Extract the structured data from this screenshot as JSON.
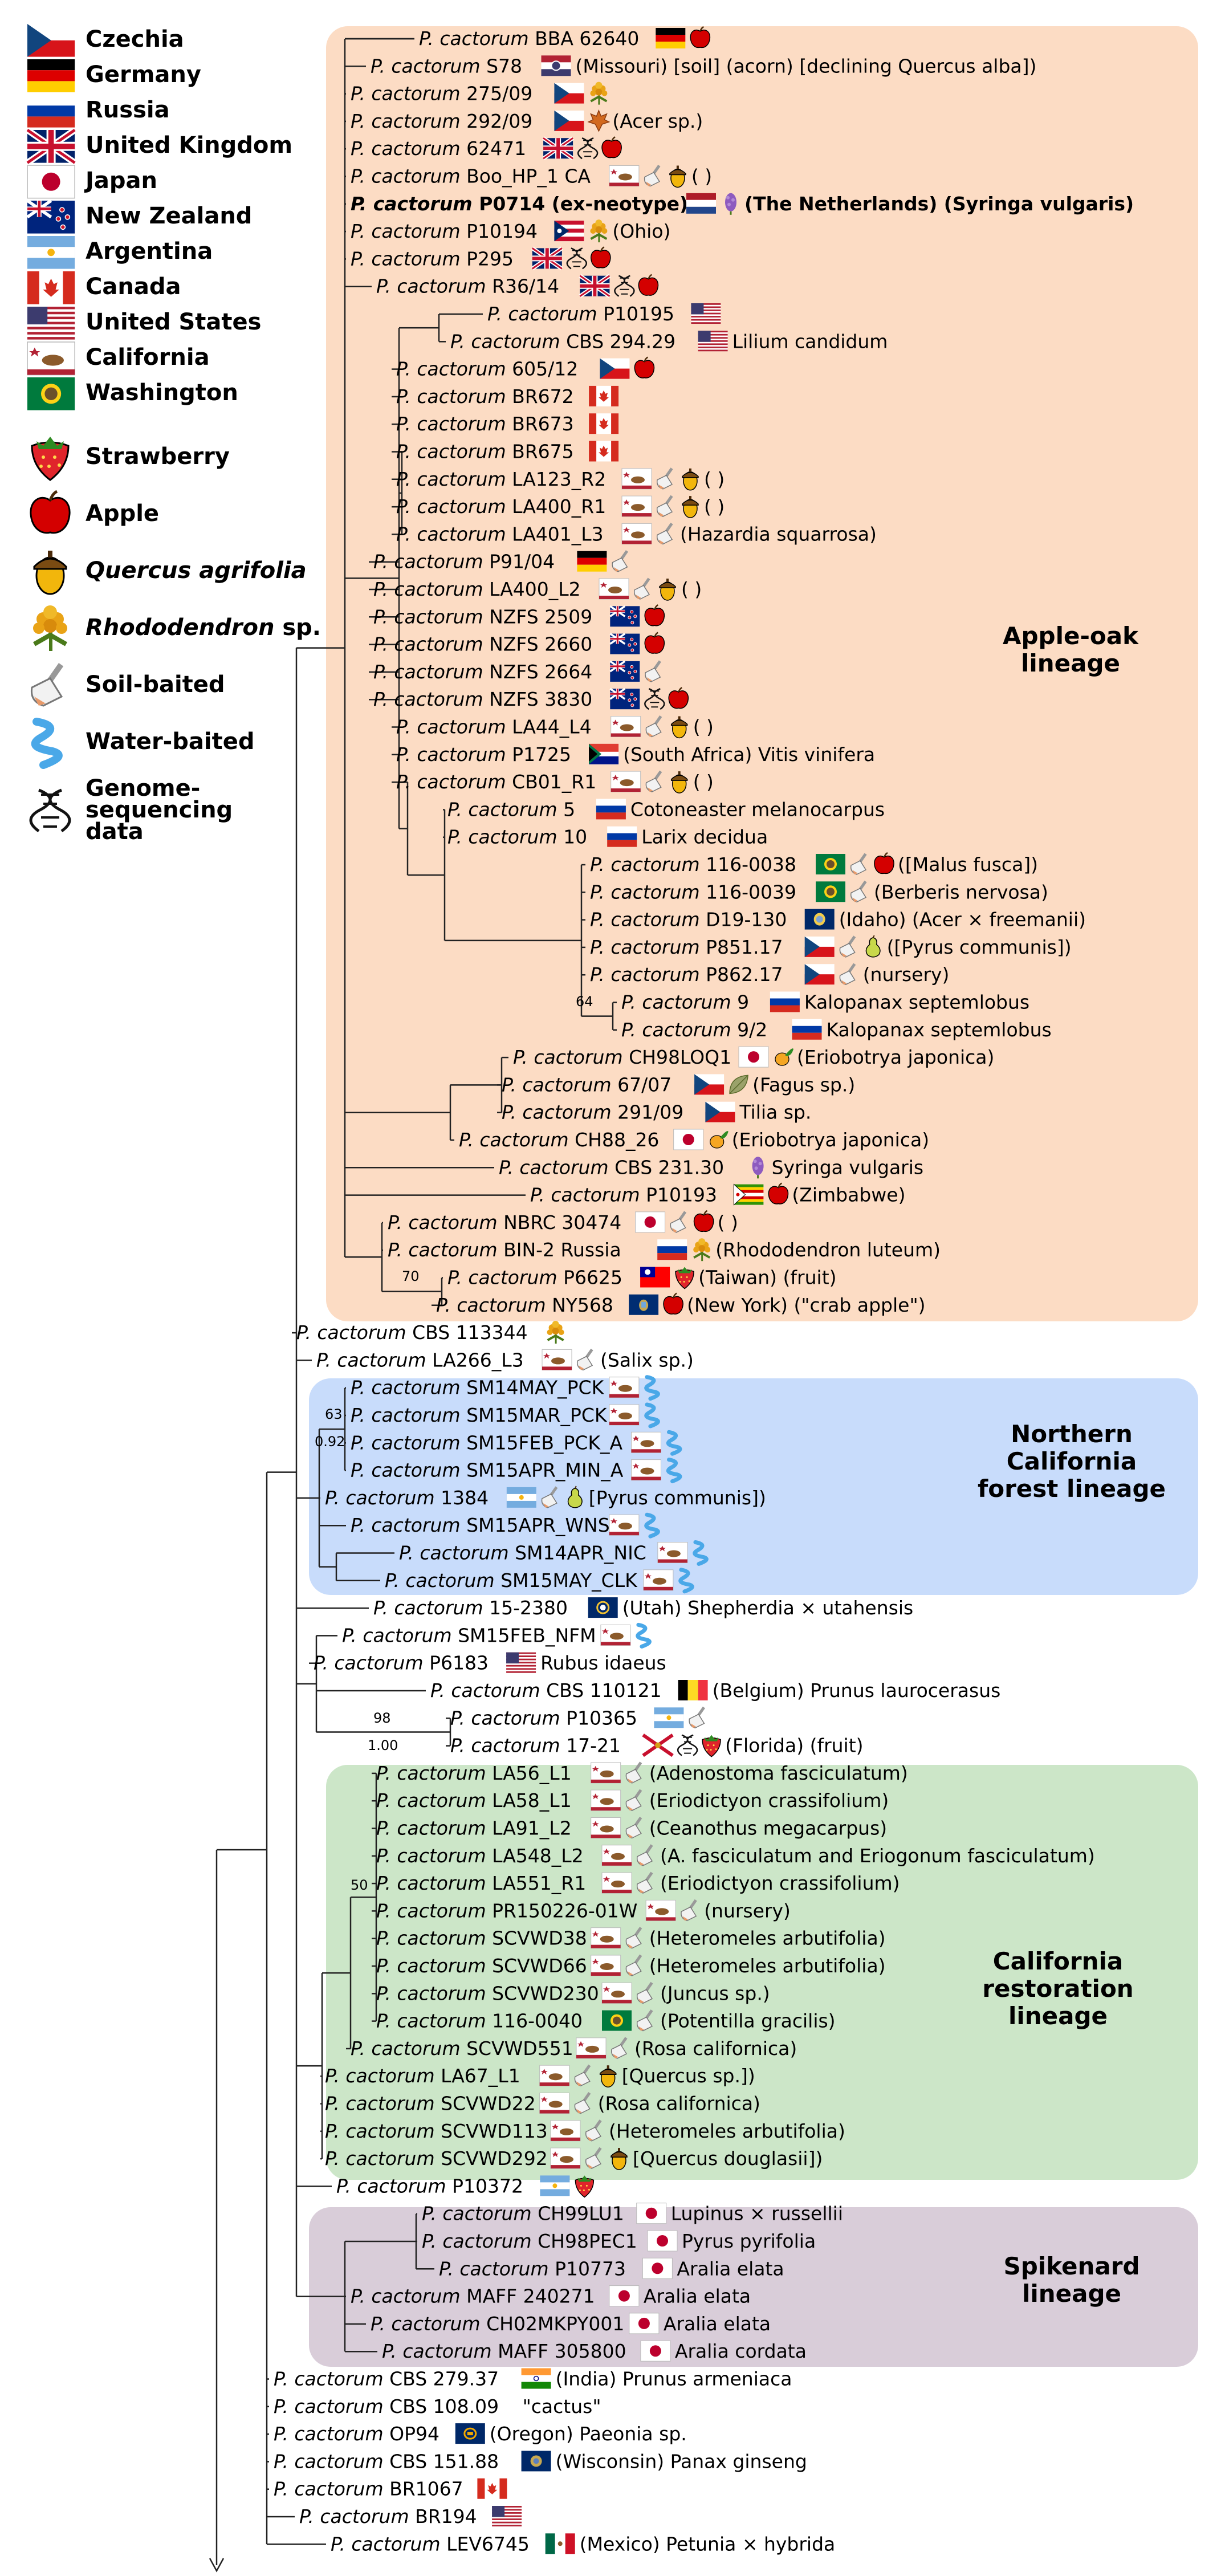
{
  "legend": {
    "flags": [
      {
        "code": "CZ",
        "label": "Czechia"
      },
      {
        "code": "DE",
        "label": "Germany"
      },
      {
        "code": "RU",
        "label": "Russia"
      },
      {
        "code": "GB",
        "label": "United Kingdom"
      },
      {
        "code": "JP",
        "label": "Japan"
      },
      {
        "code": "NZ",
        "label": "New Zealand"
      },
      {
        "code": "AR",
        "label": "Argentina"
      },
      {
        "code": "CA",
        "label": "Canada"
      },
      {
        "code": "US",
        "label": "United States"
      },
      {
        "code": "CAL",
        "label": "California"
      },
      {
        "code": "WA",
        "label": "Washington"
      }
    ],
    "symbols": [
      {
        "icon": "strawberry-icon",
        "label": "Strawberry",
        "italic": false
      },
      {
        "icon": "apple-icon",
        "label": "Apple",
        "italic": false
      },
      {
        "icon": "acorn-icon",
        "label": "Quercus agrifolia",
        "italic": true
      },
      {
        "icon": "rhododendron-icon",
        "label": "Rhododendron",
        "suffix": " sp.",
        "italic": true
      },
      {
        "icon": "soil-icon",
        "label": "Soil-baited",
        "italic": false
      },
      {
        "icon": "water-icon",
        "label": "Water-baited",
        "italic": false
      },
      {
        "icon": "dna-icon",
        "label": "Genome-\nsequencing\ndata",
        "italic": false
      }
    ]
  },
  "lineages": [
    {
      "name": "Apple-oak\nlineage",
      "color": "#fcdcc4"
    },
    {
      "name": "Northern\nCalifornia\nforest lineage",
      "color": "#c8dcfb"
    },
    {
      "name": "California\nrestoration\nlineage",
      "color": "#cce6c8"
    },
    {
      "name": "Spikenard\nlineage",
      "color": "#d9cdd9"
    }
  ],
  "bootstrap": [
    {
      "id": "bs64",
      "text": "64"
    },
    {
      "id": "bs70",
      "text": "70"
    },
    {
      "id": "bs63",
      "text": "63"
    },
    {
      "id": "bs092",
      "text": "0.92"
    },
    {
      "id": "bs98",
      "text": "98"
    },
    {
      "id": "bs100",
      "text": "1.00"
    },
    {
      "id": "bs50",
      "text": "50"
    }
  ],
  "taxa": [
    {
      "sp": "P. cactorum",
      "strain": "BBA 62640",
      "flags": [
        "DE"
      ],
      "icons": [
        "apple"
      ],
      "note": ""
    },
    {
      "sp": "P. cactorum",
      "strain": "S78",
      "flags": [
        "US-MO"
      ],
      "icons": [],
      "note": "(Missouri) [soil] (acorn) [declining Quercus alba])"
    },
    {
      "sp": "P. cactorum",
      "strain": "275/09",
      "flags": [
        "CZ"
      ],
      "icons": [
        "rhodo"
      ],
      "note": ""
    },
    {
      "sp": "P. cactorum",
      "strain": "292/09",
      "flags": [
        "CZ"
      ],
      "icons": [
        "maple"
      ],
      "note": "(Acer sp.)"
    },
    {
      "sp": "P. cactorum",
      "strain": "62471",
      "flags": [
        "GB"
      ],
      "icons": [
        "dna",
        "apple"
      ],
      "note": ""
    },
    {
      "sp": "P. cactorum",
      "strain": "Boo_HP_1 CA",
      "flags": [
        "CAL"
      ],
      "icons": [
        "soil",
        "acorn"
      ],
      "note": "( )"
    },
    {
      "sp": "P. cactorum",
      "strain": "P0714 (ex-neotype)",
      "flags": [
        "NL"
      ],
      "icons": [
        "lilac"
      ],
      "note": "(The Netherlands) (Syringa vulgaris)",
      "bold": true
    },
    {
      "sp": "P. cactorum",
      "strain": "P10194",
      "flags": [
        "US-OH"
      ],
      "icons": [
        "rhodo"
      ],
      "note": "(Ohio)"
    },
    {
      "sp": "P. cactorum",
      "strain": "P295",
      "flags": [
        "GB"
      ],
      "icons": [
        "dna",
        "apple"
      ],
      "note": ""
    },
    {
      "sp": "P. cactorum",
      "strain": "R36/14",
      "flags": [
        "GB"
      ],
      "icons": [
        "dna",
        "apple"
      ],
      "note": ""
    },
    {
      "sp": "P. cactorum",
      "strain": "P10195",
      "flags": [
        "US"
      ],
      "icons": [],
      "note": ""
    },
    {
      "sp": "P. cactorum",
      "strain": "CBS 294.29",
      "flags": [
        "US"
      ],
      "icons": [],
      "note": "Lilium candidum"
    },
    {
      "sp": "P. cactorum",
      "strain": "605/12",
      "flags": [
        "CZ"
      ],
      "icons": [
        "apple"
      ],
      "note": ""
    },
    {
      "sp": "P. cactorum",
      "strain": "BR672",
      "flags": [
        "CA"
      ],
      "icons": [],
      "note": ""
    },
    {
      "sp": "P. cactorum",
      "strain": "BR673",
      "flags": [
        "CA"
      ],
      "icons": [],
      "note": ""
    },
    {
      "sp": "P. cactorum",
      "strain": "BR675",
      "flags": [
        "CA"
      ],
      "icons": [],
      "note": ""
    },
    {
      "sp": "P. cactorum",
      "strain": "LA123_R2",
      "flags": [
        "CAL"
      ],
      "icons": [
        "soil",
        "acorn"
      ],
      "note": "( )"
    },
    {
      "sp": "P. cactorum",
      "strain": "LA400_R1",
      "flags": [
        "CAL"
      ],
      "icons": [
        "soil",
        "acorn"
      ],
      "note": "( )"
    },
    {
      "sp": "P. cactorum",
      "strain": "LA401_L3",
      "flags": [
        "CAL"
      ],
      "icons": [
        "soil"
      ],
      "note": "(Hazardia squarrosa)"
    },
    {
      "sp": "P. cactorum",
      "strain": "P91/04",
      "flags": [
        "DE"
      ],
      "icons": [
        "soil"
      ],
      "note": ""
    },
    {
      "sp": "P. cactorum",
      "strain": "LA400_L2",
      "flags": [
        "CAL"
      ],
      "icons": [
        "soil",
        "acorn"
      ],
      "note": "( )"
    },
    {
      "sp": "P. cactorum",
      "strain": "NZFS 2509",
      "flags": [
        "NZ"
      ],
      "icons": [
        "apple"
      ],
      "note": ""
    },
    {
      "sp": "P. cactorum",
      "strain": "NZFS 2660",
      "flags": [
        "NZ"
      ],
      "icons": [
        "apple"
      ],
      "note": ""
    },
    {
      "sp": "P. cactorum",
      "strain": "NZFS 2664",
      "flags": [
        "NZ"
      ],
      "icons": [
        "soil"
      ],
      "note": ""
    },
    {
      "sp": "P. cactorum",
      "strain": "NZFS 3830",
      "flags": [
        "NZ"
      ],
      "icons": [
        "dna",
        "apple"
      ],
      "note": ""
    },
    {
      "sp": "P. cactorum",
      "strain": "LA44_L4",
      "flags": [
        "CAL"
      ],
      "icons": [
        "soil",
        "acorn"
      ],
      "note": "( )"
    },
    {
      "sp": "P. cactorum",
      "strain": "P1725",
      "flags": [
        "ZA"
      ],
      "icons": [],
      "note": "(South Africa) Vitis vinifera"
    },
    {
      "sp": "P. cactorum",
      "strain": "CB01_R1",
      "flags": [
        "CAL"
      ],
      "icons": [
        "soil",
        "acorn"
      ],
      "note": "( )"
    },
    {
      "sp": "P. cactorum",
      "strain": "5",
      "flags": [
        "RU"
      ],
      "icons": [],
      "note": "Cotoneaster melanocarpus"
    },
    {
      "sp": "P. cactorum",
      "strain": "10",
      "flags": [
        "RU"
      ],
      "icons": [],
      "note": "Larix decidua"
    },
    {
      "sp": "P. cactorum",
      "strain": "116-0038",
      "flags": [
        "WA"
      ],
      "icons": [
        "soil",
        "apple"
      ],
      "note": "([Malus fusca])"
    },
    {
      "sp": "P. cactorum",
      "strain": "116-0039",
      "flags": [
        "WA"
      ],
      "icons": [
        "soil"
      ],
      "note": "(Berberis nervosa)"
    },
    {
      "sp": "P. cactorum",
      "strain": "D19-130",
      "flags": [
        "US-ID"
      ],
      "icons": [],
      "note": "(Idaho) (Acer × freemanii)"
    },
    {
      "sp": "P. cactorum",
      "strain": "P851.17",
      "flags": [
        "CZ"
      ],
      "icons": [
        "soil",
        "pear"
      ],
      "note": "([Pyrus communis])"
    },
    {
      "sp": "P. cactorum",
      "strain": "P862.17",
      "flags": [
        "CZ"
      ],
      "icons": [
        "soil"
      ],
      "note": "(nursery)"
    },
    {
      "sp": "P. cactorum",
      "strain": "9",
      "flags": [
        "RU"
      ],
      "icons": [],
      "note": "Kalopanax septemlobus"
    },
    {
      "sp": "P. cactorum",
      "strain": "9/2",
      "flags": [
        "RU"
      ],
      "icons": [],
      "note": "Kalopanax septemlobus"
    },
    {
      "sp": "P. cactorum",
      "strain": "CH98LOQ1",
      "flags": [
        "JP"
      ],
      "icons": [
        "loquat"
      ],
      "note": "(Eriobotrya japonica)"
    },
    {
      "sp": "P. cactorum",
      "strain": "67/07",
      "flags": [
        "CZ"
      ],
      "icons": [
        "leaf"
      ],
      "note": "(Fagus sp.)"
    },
    {
      "sp": "P. cactorum",
      "strain": "291/09",
      "flags": [
        "CZ"
      ],
      "icons": [],
      "note": "Tilia sp."
    },
    {
      "sp": "P. cactorum",
      "strain": "CH88_26",
      "flags": [
        "JP"
      ],
      "icons": [
        "loquat"
      ],
      "note": "(Eriobotrya japonica)"
    },
    {
      "sp": "P. cactorum",
      "strain": "CBS 231.30",
      "flags": [],
      "icons": [
        "lilac"
      ],
      "note": "Syringa vulgaris"
    },
    {
      "sp": "P. cactorum",
      "strain": "P10193",
      "flags": [
        "ZW"
      ],
      "icons": [
        "apple"
      ],
      "note": "(Zimbabwe)"
    },
    {
      "sp": "P. cactorum",
      "strain": "NBRC 30474",
      "flags": [
        "JP"
      ],
      "icons": [
        "soil",
        "apple"
      ],
      "note": "( )"
    },
    {
      "sp": "P. cactorum",
      "strain": "BIN-2 Russia",
      "flags": [
        "RU"
      ],
      "icons": [
        "rhodo"
      ],
      "note": "(Rhododendron luteum)"
    },
    {
      "sp": "P. cactorum",
      "strain": "P6625",
      "flags": [
        "TW"
      ],
      "icons": [
        "strawberry"
      ],
      "note": "(Taiwan) (fruit)"
    },
    {
      "sp": "P. cactorum",
      "strain": "NY568",
      "flags": [
        "US-NY"
      ],
      "icons": [
        "apple"
      ],
      "note": "(New York) (\"crab apple\")"
    },
    {
      "sp": "P. cactorum",
      "strain": "CBS 113344",
      "flags": [],
      "icons": [
        "rhodo"
      ],
      "note": ""
    },
    {
      "sp": "P. cactorum",
      "strain": "LA266_L3",
      "flags": [
        "CAL"
      ],
      "icons": [
        "soil"
      ],
      "note": "(Salix sp.)"
    },
    {
      "sp": "P. cactorum",
      "strain": "SM14MAY_PCK",
      "flags": [
        "CAL"
      ],
      "icons": [
        "water"
      ],
      "note": ""
    },
    {
      "sp": "P. cactorum",
      "strain": "SM15MAR_PCK",
      "flags": [
        "CAL"
      ],
      "icons": [
        "water"
      ],
      "note": ""
    },
    {
      "sp": "P. cactorum",
      "strain": "SM15FEB_PCK_A",
      "flags": [
        "CAL"
      ],
      "icons": [
        "water"
      ],
      "note": ""
    },
    {
      "sp": "P. cactorum",
      "strain": "SM15APR_MIN_A",
      "flags": [
        "CAL"
      ],
      "icons": [
        "water"
      ],
      "note": ""
    },
    {
      "sp": "P. cactorum",
      "strain": "1384",
      "flags": [
        "AR"
      ],
      "icons": [
        "soil",
        "pear"
      ],
      "note": "[Pyrus communis])"
    },
    {
      "sp": "P. cactorum",
      "strain": "SM15APR_WNS",
      "flags": [
        "CAL"
      ],
      "icons": [
        "water"
      ],
      "note": ""
    },
    {
      "sp": "P. cactorum",
      "strain": "SM14APR_NIC",
      "flags": [
        "CAL"
      ],
      "icons": [
        "water"
      ],
      "note": ""
    },
    {
      "sp": "P. cactorum",
      "strain": "SM15MAY_CLK",
      "flags": [
        "CAL"
      ],
      "icons": [
        "water"
      ],
      "note": ""
    },
    {
      "sp": "P. cactorum",
      "strain": "15-2380",
      "flags": [
        "US-UT"
      ],
      "icons": [],
      "note": "(Utah) Shepherdia × utahensis"
    },
    {
      "sp": "P. cactorum",
      "strain": "SM15FEB_NFM",
      "flags": [
        "CAL"
      ],
      "icons": [
        "water"
      ],
      "note": ""
    },
    {
      "sp": "P. cactorum",
      "strain": "P6183",
      "flags": [
        "US"
      ],
      "icons": [],
      "note": "Rubus idaeus"
    },
    {
      "sp": "P. cactorum",
      "strain": "CBS 110121",
      "flags": [
        "BE"
      ],
      "icons": [],
      "note": "(Belgium) Prunus laurocerasus"
    },
    {
      "sp": "P. cactorum",
      "strain": "P10365",
      "flags": [
        "AR"
      ],
      "icons": [
        "soil"
      ],
      "note": ""
    },
    {
      "sp": "P. cactorum",
      "strain": "17-21",
      "flags": [
        "US-FL"
      ],
      "icons": [
        "dna",
        "strawberry"
      ],
      "note": "(Florida) (fruit)"
    },
    {
      "sp": "P. cactorum",
      "strain": "LA56_L1",
      "flags": [
        "CAL"
      ],
      "icons": [
        "soil"
      ],
      "note": "(Adenostoma fasciculatum)"
    },
    {
      "sp": "P. cactorum",
      "strain": "LA58_L1",
      "flags": [
        "CAL"
      ],
      "icons": [
        "soil"
      ],
      "note": "(Eriodictyon crassifolium)"
    },
    {
      "sp": "P. cactorum",
      "strain": "LA91_L2",
      "flags": [
        "CAL"
      ],
      "icons": [
        "soil"
      ],
      "note": "(Ceanothus megacarpus)"
    },
    {
      "sp": "P. cactorum",
      "strain": "LA548_L2",
      "flags": [
        "CAL"
      ],
      "icons": [
        "soil"
      ],
      "note": "(A. fasciculatum and Eriogonum fasciculatum)"
    },
    {
      "sp": "P. cactorum",
      "strain": "LA551_R1",
      "flags": [
        "CAL"
      ],
      "icons": [
        "soil"
      ],
      "note": "(Eriodictyon crassifolium)"
    },
    {
      "sp": "P. cactorum",
      "strain": "PR150226-01W",
      "flags": [
        "CAL"
      ],
      "icons": [
        "soil"
      ],
      "note": "(nursery)"
    },
    {
      "sp": "P. cactorum",
      "strain": "SCVWD38",
      "flags": [
        "CAL"
      ],
      "icons": [
        "soil"
      ],
      "note": "(Heteromeles arbutifolia)"
    },
    {
      "sp": "P. cactorum",
      "strain": "SCVWD66",
      "flags": [
        "CAL"
      ],
      "icons": [
        "soil"
      ],
      "note": "(Heteromeles arbutifolia)"
    },
    {
      "sp": "P. cactorum",
      "strain": "SCVWD230",
      "flags": [
        "CAL"
      ],
      "icons": [
        "soil"
      ],
      "note": "(Juncus sp.)"
    },
    {
      "sp": "P. cactorum",
      "strain": "116-0040",
      "flags": [
        "WA"
      ],
      "icons": [
        "soil"
      ],
      "note": "(Potentilla gracilis)"
    },
    {
      "sp": "P. cactorum",
      "strain": "SCVWD551",
      "flags": [
        "CAL"
      ],
      "icons": [
        "soil"
      ],
      "note": "(Rosa californica)"
    },
    {
      "sp": "P. cactorum",
      "strain": "LA67_L1",
      "flags": [
        "CAL"
      ],
      "icons": [
        "soil",
        "acorn"
      ],
      "note": "[Quercus sp.])"
    },
    {
      "sp": "P. cactorum",
      "strain": "SCVWD22",
      "flags": [
        "CAL"
      ],
      "icons": [
        "soil"
      ],
      "note": "(Rosa californica)"
    },
    {
      "sp": "P. cactorum",
      "strain": "SCVWD113",
      "flags": [
        "CAL"
      ],
      "icons": [
        "soil"
      ],
      "note": "(Heteromeles arbutifolia)"
    },
    {
      "sp": "P. cactorum",
      "strain": "SCVWD292",
      "flags": [
        "CAL"
      ],
      "icons": [
        "soil",
        "acorn"
      ],
      "note": "[Quercus douglasii])"
    },
    {
      "sp": "P. cactorum",
      "strain": "P10372",
      "flags": [
        "AR"
      ],
      "icons": [
        "strawberry"
      ],
      "note": ""
    },
    {
      "sp": "P. cactorum",
      "strain": "CH99LU1",
      "flags": [
        "JP"
      ],
      "icons": [],
      "note": "Lupinus × russellii"
    },
    {
      "sp": "P. cactorum",
      "strain": "CH98PEC1",
      "flags": [
        "JP"
      ],
      "icons": [],
      "note": "Pyrus pyrifolia"
    },
    {
      "sp": "P. cactorum",
      "strain": "P10773",
      "flags": [
        "JP"
      ],
      "icons": [],
      "note": "Aralia elata"
    },
    {
      "sp": "P. cactorum",
      "strain": "MAFF 240271",
      "flags": [
        "JP"
      ],
      "icons": [],
      "note": "Aralia elata"
    },
    {
      "sp": "P. cactorum",
      "strain": "CH02MKPY001",
      "flags": [
        "JP"
      ],
      "icons": [],
      "note": "Aralia elata"
    },
    {
      "sp": "P. cactorum",
      "strain": "MAFF 305800",
      "flags": [
        "JP"
      ],
      "icons": [],
      "note": "Aralia cordata"
    },
    {
      "sp": "P. cactorum",
      "strain": "CBS 279.37",
      "flags": [
        "IN"
      ],
      "icons": [],
      "note": "(India) Prunus armeniaca"
    },
    {
      "sp": "P. cactorum",
      "strain": "CBS 108.09",
      "flags": [],
      "icons": [],
      "note": "\"cactus\""
    },
    {
      "sp": "P. cactorum",
      "strain": "OP94",
      "flags": [
        "US-OR"
      ],
      "icons": [],
      "note": "(Oregon) Paeonia sp."
    },
    {
      "sp": "P. cactorum",
      "strain": "CBS 151.88",
      "flags": [
        "US-WI"
      ],
      "icons": [],
      "note": "(Wisconsin) Panax ginseng"
    },
    {
      "sp": "P. cactorum",
      "strain": "BR1067",
      "flags": [
        "CA"
      ],
      "icons": [],
      "note": ""
    },
    {
      "sp": "P. cactorum",
      "strain": "BR194",
      "flags": [
        "US"
      ],
      "icons": [],
      "note": ""
    },
    {
      "sp": "P. cactorum",
      "strain": "LEV6745",
      "flags": [
        "MX"
      ],
      "icons": [],
      "note": "(Mexico) Petunia × hybrida"
    }
  ]
}
